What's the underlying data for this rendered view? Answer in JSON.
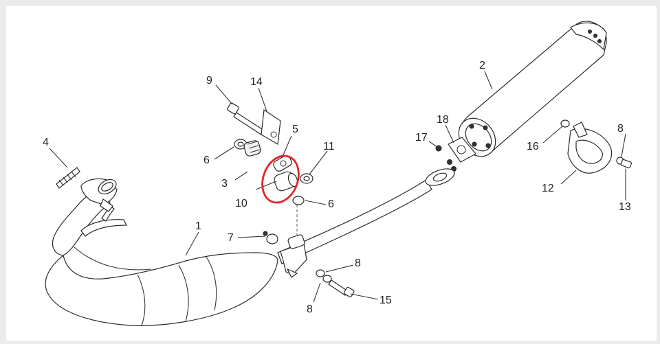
{
  "diagram": {
    "type": "exploded-parts-diagram",
    "highlight_color": "#e0262a",
    "line_color": "#333333",
    "background": "#ffffff",
    "callouts": [
      {
        "id": "c1",
        "label": "1"
      },
      {
        "id": "c2",
        "label": "2"
      },
      {
        "id": "c3",
        "label": "3"
      },
      {
        "id": "c4",
        "label": "4"
      },
      {
        "id": "c5",
        "label": "5"
      },
      {
        "id": "c6a",
        "label": "6"
      },
      {
        "id": "c6b",
        "label": "6"
      },
      {
        "id": "c7",
        "label": "7"
      },
      {
        "id": "c8a",
        "label": "8"
      },
      {
        "id": "c8b",
        "label": "8"
      },
      {
        "id": "c8c",
        "label": "8"
      },
      {
        "id": "c9",
        "label": "9"
      },
      {
        "id": "c10",
        "label": "10"
      },
      {
        "id": "c11",
        "label": "11"
      },
      {
        "id": "c12",
        "label": "12"
      },
      {
        "id": "c13",
        "label": "13"
      },
      {
        "id": "c14",
        "label": "14"
      },
      {
        "id": "c15",
        "label": "15"
      },
      {
        "id": "c16",
        "label": "16"
      },
      {
        "id": "c17",
        "label": "17"
      },
      {
        "id": "c18",
        "label": "18"
      }
    ]
  }
}
